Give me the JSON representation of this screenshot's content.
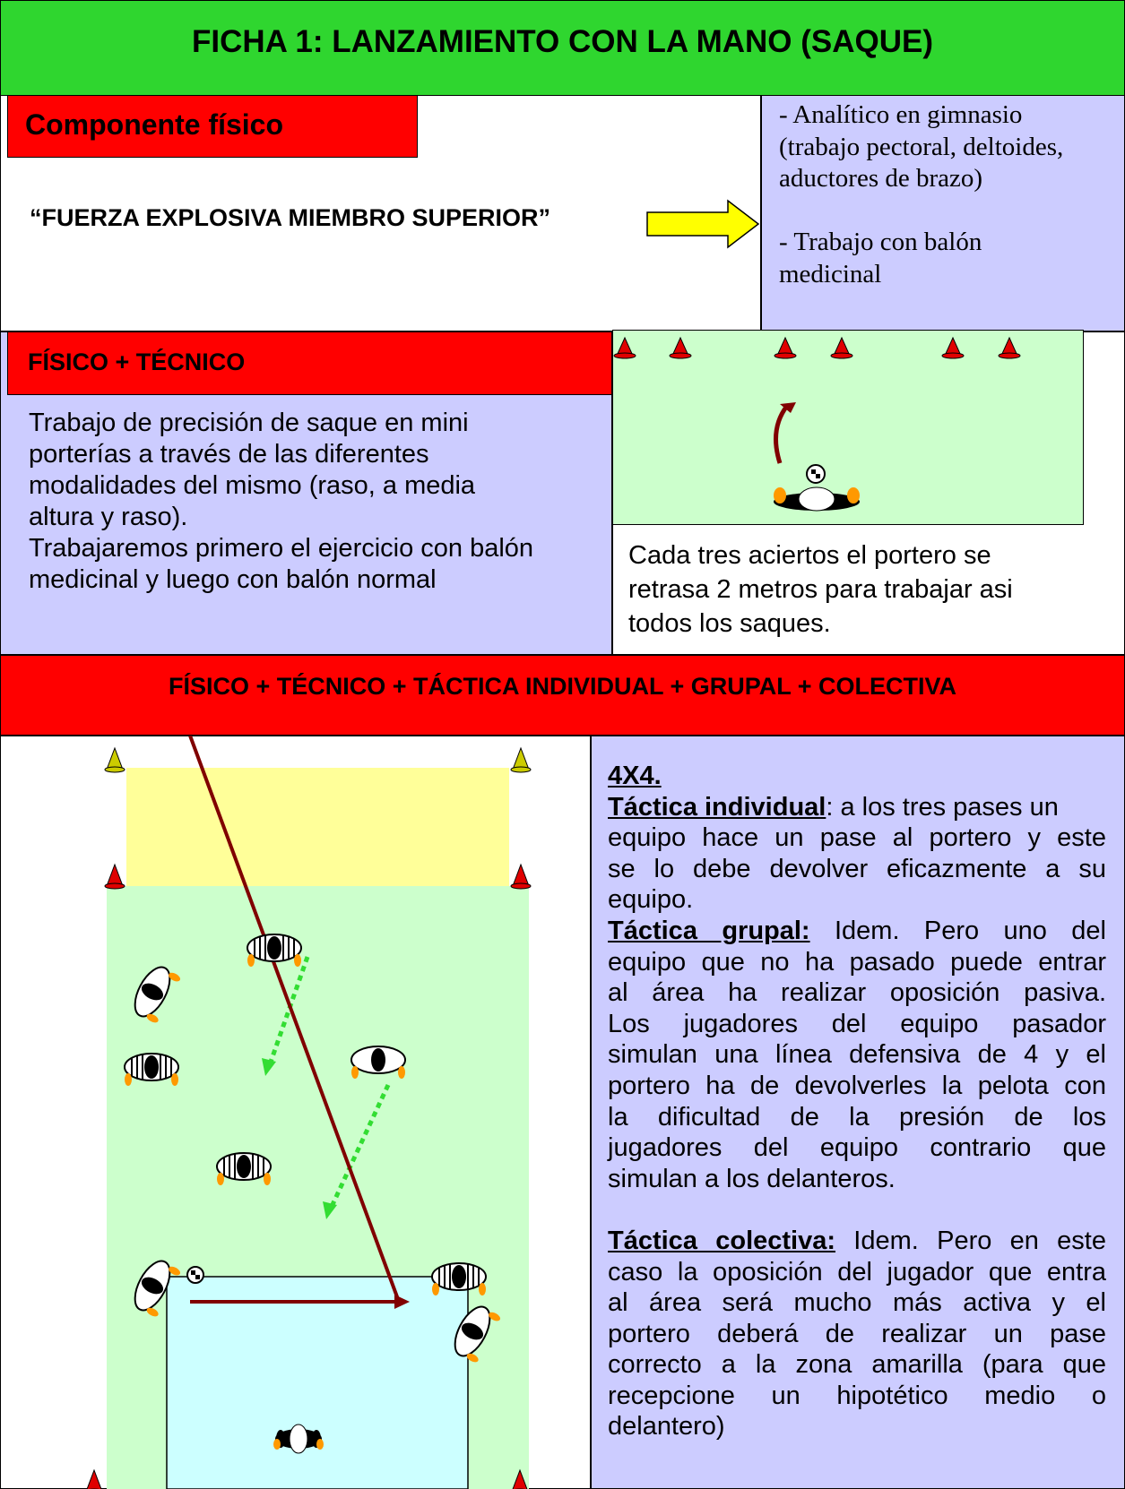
{
  "title": "FICHA 1: LANZAMIENTO CON LA MANO (SAQUE)",
  "componente": {
    "header": "Componente físico",
    "quote": "“FUERZA EXPLOSIVA MIEMBRO SUPERIOR”",
    "side_lines": [
      "- Analítico en gimnasio",
      "(trabajo pectoral, deltoides,",
      "aductores de brazo)",
      "",
      "- Trabajo con balón",
      "medicinal"
    ]
  },
  "fisico_tecnico": {
    "header": "FÍSICO + TÉCNICO",
    "body_lines": [
      "Trabajo de precisión de saque en mini",
      "porterías a través de las diferentes",
      "modalidades del mismo (raso, a media",
      "altura y raso).",
      "Trabajaremos primero el ejercicio con balón",
      "medicinal y luego con balón  normal"
    ],
    "caption_lines": [
      "Cada tres aciertos el portero se",
      "retrasa 2 metros para trabajar asi",
      "todos los saques."
    ]
  },
  "section3": {
    "header": "FÍSICO + TÉCNICO + TÁCTICA INDIVIDUAL + GRUPAL + COLECTIVA",
    "heading": "4X4.",
    "ind_title": "Táctica individual",
    "ind_lines": [
      ": a los tres pases un",
      "equipo hace un pase al portero y este",
      "se lo debe devolver eficazmente a su",
      "equipo."
    ],
    "grp_title": "Táctica grupal:",
    "grp_lines": [
      " Idem. Pero uno del",
      "equipo que no ha pasado puede entrar",
      "al área ha realizar oposición pasiva.",
      "Los jugadores del equipo pasador",
      "simulan una línea defensiva de 4 y el",
      "portero ha de devolverles la pelota con",
      "la dificultad de la presión de los",
      "jugadores del equipo contrario que",
      "simulan a los delanteros."
    ],
    "col_title": "Táctica colectiva:",
    "col_lines": [
      " Idem. Pero en este",
      "caso la oposición del jugador que entra",
      "al área será mucho más activa y el",
      "portero deberá de realizar un pase",
      "correcto a la zona amarilla (para que",
      "recepcione un hipotético medio o",
      "delantero)"
    ]
  },
  "colors": {
    "title_green": "#2fd62f",
    "red": "#ff0000",
    "lavender": "#ccccff",
    "field_green": "#ccffcc",
    "yellow_zone": "#ffff99",
    "area_blue": "#ccffff",
    "arrow": "#ffff00"
  }
}
